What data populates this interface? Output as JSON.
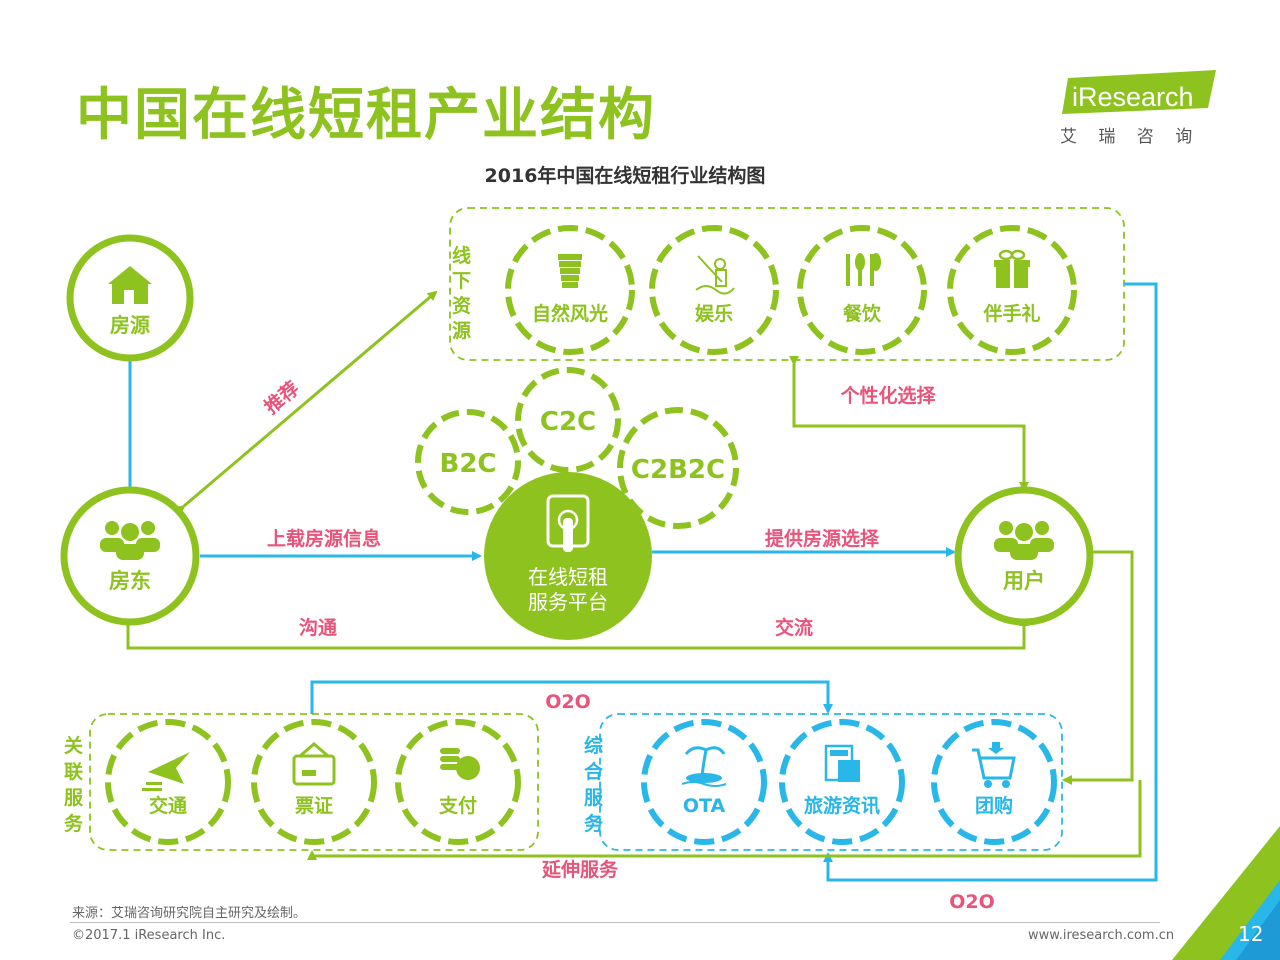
{
  "page": {
    "title": "中国在线短租产业结构",
    "subtitle": "2016年中国在线短租行业结构图",
    "source": "来源：艾瑞咨询研究院自主研究及绘制。",
    "copyright": "©2017.1 iResearch Inc.",
    "url": "www.iresearch.com.cn",
    "page_number": "12"
  },
  "logo": {
    "brand": "iResearch",
    "cn": "艾 瑞 咨 询"
  },
  "colors": {
    "green": "#8dc21f",
    "blue": "#29b6e8",
    "pink": "#e8547a",
    "orange": "#ef7e2c"
  },
  "diagram": {
    "nodes": {
      "fangyuan": {
        "label": "房源",
        "icon": "house-icon"
      },
      "fangdong": {
        "label": "房东",
        "icon": "people-icon"
      },
      "yonghu": {
        "label": "用户",
        "icon": "people-icon"
      },
      "platform": {
        "line1": "在线短租",
        "line2": "服务平台",
        "icon": "touch-tablet-icon"
      },
      "models": [
        "B2C",
        "C2C",
        "C2B2C"
      ]
    },
    "groups": {
      "offline": {
        "label": "线下资源",
        "items": [
          {
            "label": "自然风光",
            "icon": "tower-icon"
          },
          {
            "label": "娱乐",
            "icon": "fishing-icon"
          },
          {
            "label": "餐饮",
            "icon": "cutlery-icon"
          },
          {
            "label": "伴手礼",
            "icon": "gift-icon"
          }
        ]
      },
      "related": {
        "label": "关联服务",
        "items": [
          {
            "label": "交通",
            "icon": "plane-icon"
          },
          {
            "label": "票证",
            "icon": "ticket-icon"
          },
          {
            "label": "支付",
            "icon": "coins-icon"
          }
        ]
      },
      "integrated": {
        "label": "综合服务",
        "items": [
          {
            "label": "OTA",
            "icon": "island-icon"
          },
          {
            "label": "旅游资讯",
            "icon": "map-icon"
          },
          {
            "label": "团购",
            "icon": "cart-icon"
          }
        ]
      }
    },
    "edges": {
      "recommend": "推荐",
      "upload": "上载房源信息",
      "provide": "提供房源选择",
      "communicate": "沟通",
      "exchange": "交流",
      "personalize": "个性化选择",
      "o2o_top": "O2O",
      "extend": "延伸服务",
      "o2o_bottom": "O2O"
    }
  }
}
